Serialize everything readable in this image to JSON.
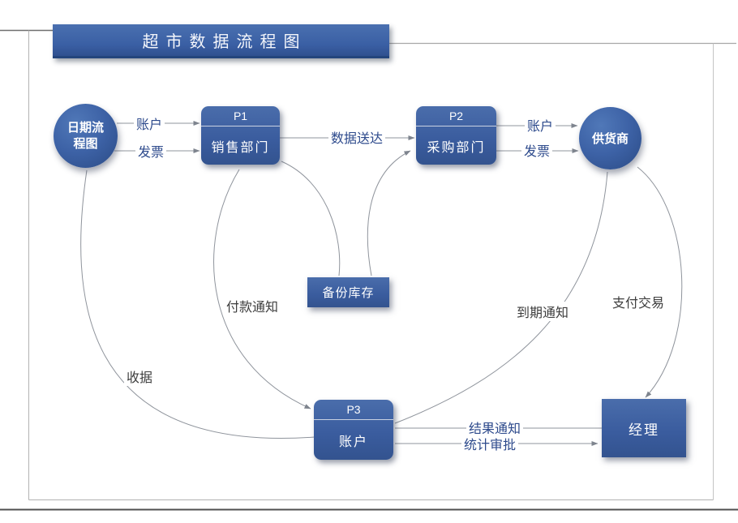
{
  "title": "超市数据流程图",
  "nodes": {
    "date_flow": {
      "label": "日期流程图"
    },
    "p1": {
      "id": "P1",
      "label": "销售部门"
    },
    "p2": {
      "id": "P2",
      "label": "采购部门"
    },
    "supplier": {
      "label": "供货商"
    },
    "backup_store": {
      "label": "备份库存"
    },
    "p3": {
      "id": "P3",
      "label": "账户"
    },
    "manager": {
      "label": "经理"
    }
  },
  "edge_labels": {
    "account_left": "账户",
    "invoice_left": "发票",
    "data_delivery": "数据送达",
    "account_right": "账户",
    "invoice_right": "发票",
    "payment_notice": "付款通知",
    "receipt": "收据",
    "due_notice": "到期通知",
    "payment_transaction": "支付交易",
    "result_notice": "结果通知",
    "stats_approval": "统计审批"
  },
  "colors": {
    "node_blue": "#3b5fa0",
    "label_blue": "#2d4a8c",
    "label_dark": "#3d3d3d",
    "connector_gray": "#8f949c"
  }
}
